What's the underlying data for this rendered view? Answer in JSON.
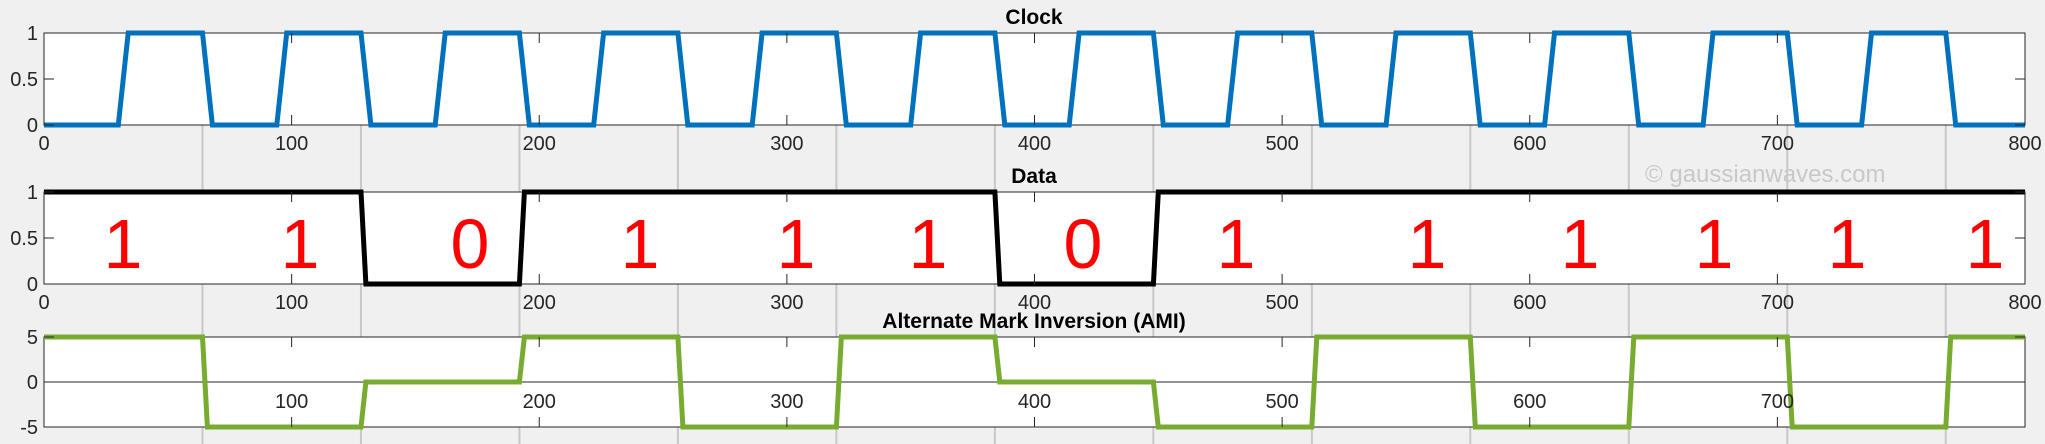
{
  "watermark": "© gaussianwaves.com",
  "chart_data": [
    {
      "type": "line",
      "title": "Clock",
      "xlim": [
        0,
        800
      ],
      "ylim": [
        0,
        1
      ],
      "xticks": [
        "0",
        "100",
        "200",
        "300",
        "400",
        "500",
        "600",
        "700",
        "800"
      ],
      "yticks": [
        "0",
        "0.5",
        "1"
      ],
      "grid": false,
      "series": [
        {
          "color": "#0072bd",
          "x": [
            0,
            30,
            34,
            64,
            68,
            94,
            98,
            128,
            132,
            158,
            162,
            192,
            196,
            222,
            226,
            256,
            260,
            286,
            290,
            320,
            324,
            350,
            354,
            384,
            388,
            414,
            418,
            448,
            452,
            478,
            482,
            512,
            516,
            542,
            546,
            576,
            580,
            606,
            610,
            640,
            644,
            670,
            674,
            704,
            708,
            734,
            738,
            768,
            772,
            800
          ],
          "y": [
            0,
            0,
            1,
            1,
            0,
            0,
            1,
            1,
            0,
            0,
            1,
            1,
            0,
            0,
            1,
            1,
            0,
            0,
            1,
            1,
            0,
            0,
            1,
            1,
            0,
            0,
            1,
            1,
            0,
            0,
            1,
            1,
            0,
            0,
            1,
            1,
            0,
            0,
            1,
            1,
            0,
            0,
            1,
            1,
            0,
            0,
            1,
            1,
            0,
            0
          ]
        }
      ]
    },
    {
      "type": "line",
      "title": "Data",
      "xlim": [
        0,
        800
      ],
      "ylim": [
        0,
        1
      ],
      "xticks": [
        "0",
        "100",
        "200",
        "300",
        "400",
        "500",
        "600",
        "700",
        "800"
      ],
      "yticks": [
        "0",
        "0.5",
        "1"
      ],
      "grid": false,
      "bit_labels": [
        "1",
        "1",
        "0",
        "1",
        "1",
        "1",
        "0",
        "1",
        "1",
        "1",
        "1",
        "1",
        "1"
      ],
      "series": [
        {
          "color": "#000000",
          "x": [
            0,
            128,
            130,
            192,
            194,
            384,
            386,
            448,
            450,
            800
          ],
          "y": [
            1,
            1,
            0,
            0,
            1,
            1,
            0,
            0,
            1,
            1
          ]
        }
      ]
    },
    {
      "type": "line",
      "title": "Alternate Mark Inversion (AMI)",
      "xlim": [
        0,
        800
      ],
      "ylim": [
        -5,
        5
      ],
      "xticks": [
        "100",
        "200",
        "300",
        "400",
        "500",
        "600",
        "700"
      ],
      "yticks": [
        "-5",
        "0",
        "5"
      ],
      "grid": false,
      "series": [
        {
          "color": "#77ac30",
          "x": [
            0,
            64,
            66,
            128,
            130,
            192,
            194,
            256,
            258,
            320,
            322,
            384,
            386,
            448,
            450,
            512,
            514,
            576,
            578,
            640,
            642,
            704,
            706,
            768,
            770,
            800
          ],
          "y": [
            5,
            5,
            -5,
            -5,
            0,
            0,
            5,
            5,
            -5,
            -5,
            5,
            5,
            0,
            0,
            -5,
            -5,
            5,
            5,
            -5,
            -5,
            5,
            5,
            -5,
            -5,
            5,
            5
          ]
        }
      ]
    }
  ]
}
